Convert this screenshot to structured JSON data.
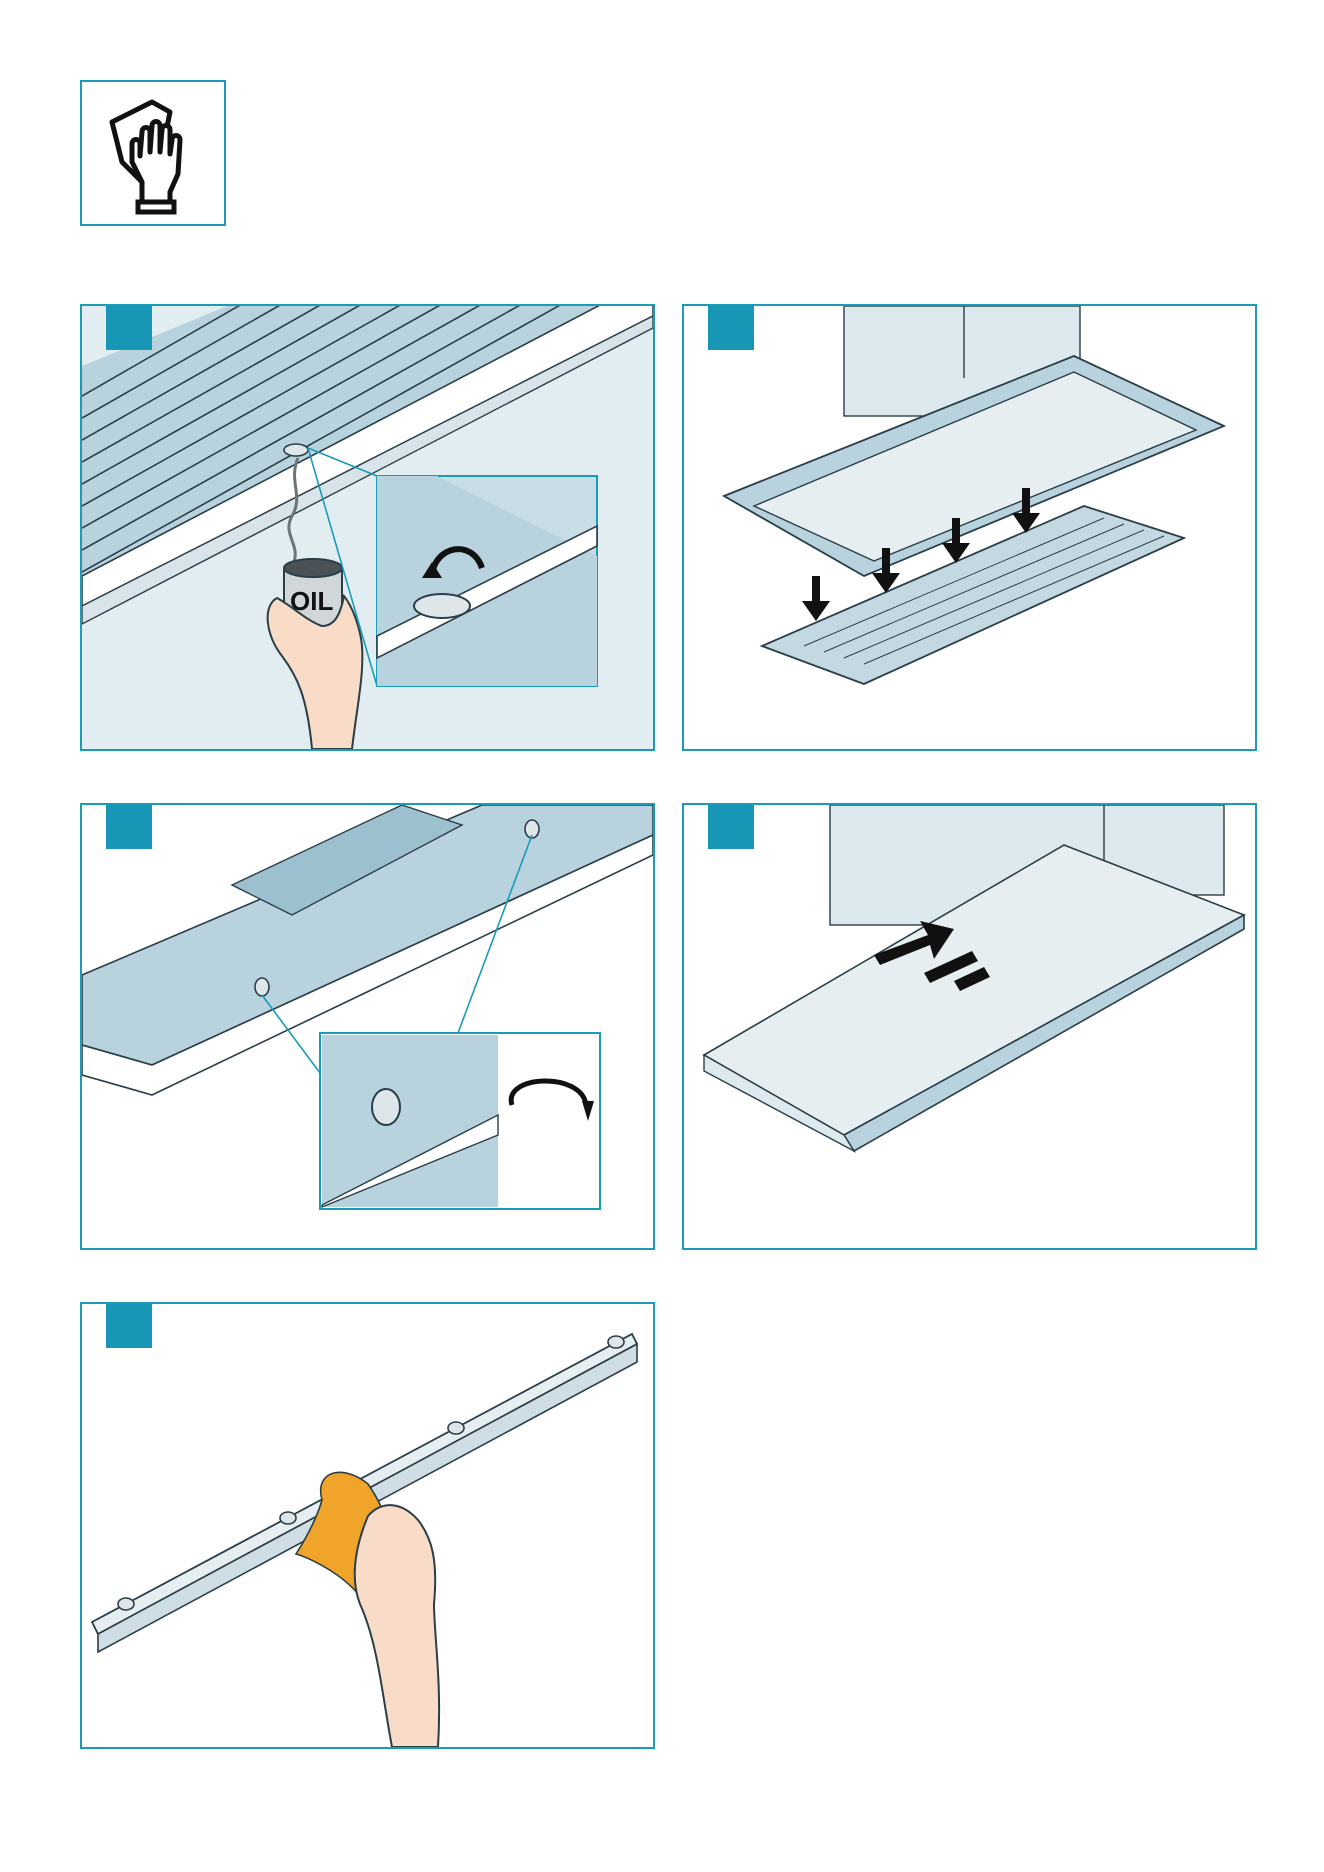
{
  "header_icon": "gloves-cleaning-icon",
  "accent_color": "#1796b6",
  "steps": [
    {
      "id": 1,
      "icons": [
        "grease-filter-icon",
        "oil-can-icon",
        "hand-icon",
        "lever-rotate-arrow-icon"
      ],
      "can_label": "OIL"
    },
    {
      "id": 2,
      "icons": [
        "hood-canopy-icon",
        "down-arrow-icon",
        "grease-filter-icon"
      ]
    },
    {
      "id": 3,
      "icons": [
        "screw-icon",
        "rotate-arrow-icon"
      ]
    },
    {
      "id": 4,
      "icons": [
        "hood-canopy-icon",
        "slide-arrow-icon"
      ]
    },
    {
      "id": 5,
      "icons": [
        "rail-icon",
        "cloth-icon",
        "hand-icon"
      ]
    }
  ]
}
